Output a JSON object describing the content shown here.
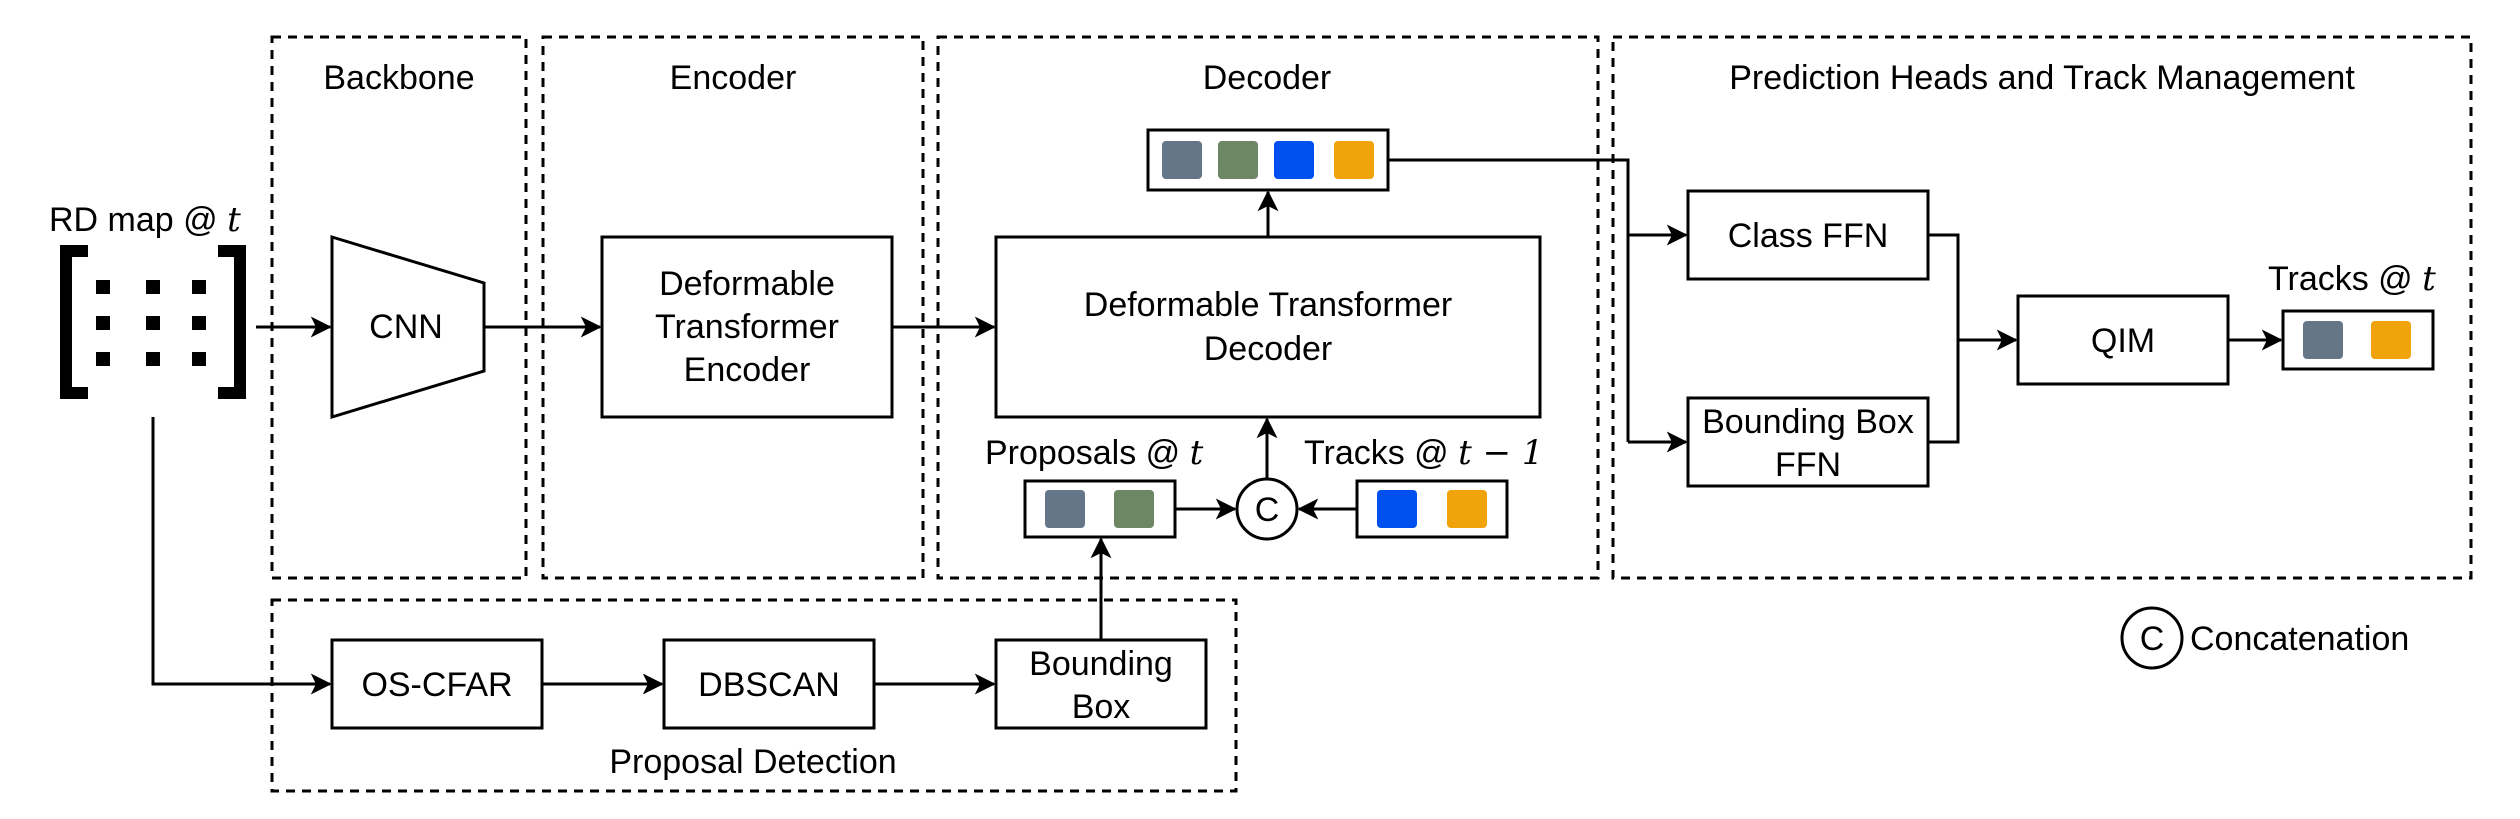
{
  "groups": {
    "backbone": "Backbone",
    "encoder": "Encoder",
    "decoder": "Decoder",
    "heads": "Prediction Heads and Track Management",
    "proposal": "Proposal Detection"
  },
  "input": {
    "label": "RD map @ ",
    "time": "t"
  },
  "blocks": {
    "cnn": "CNN",
    "encoder_l1": "Deformable",
    "encoder_l2": "Transformer",
    "encoder_l3": "Encoder",
    "decoder_l1": "Deformable Transformer",
    "decoder_l2": "Decoder",
    "class_ffn": "Class FFN",
    "bbox_ffn_l1": "Bounding Box",
    "bbox_ffn_l2": "FFN",
    "qim": "QIM",
    "oscfar": "OS-CFAR",
    "dbscan": "DBSCAN",
    "bbox_l1": "Bounding",
    "bbox_l2": "Box",
    "concat_symbol": "C"
  },
  "labels": {
    "proposals": "Proposals @ ",
    "proposals_time": "t",
    "tracks_prev": "Tracks @ ",
    "tracks_prev_time": "t − 1",
    "tracks_out": "Tracks @ ",
    "tracks_out_time": "t"
  },
  "legend": {
    "symbol": "C",
    "text": "Concatenation"
  },
  "colors": {
    "slate": "#647687",
    "green": "#6d8764",
    "blue": "#0050ef",
    "orange": "#f0a30a"
  }
}
